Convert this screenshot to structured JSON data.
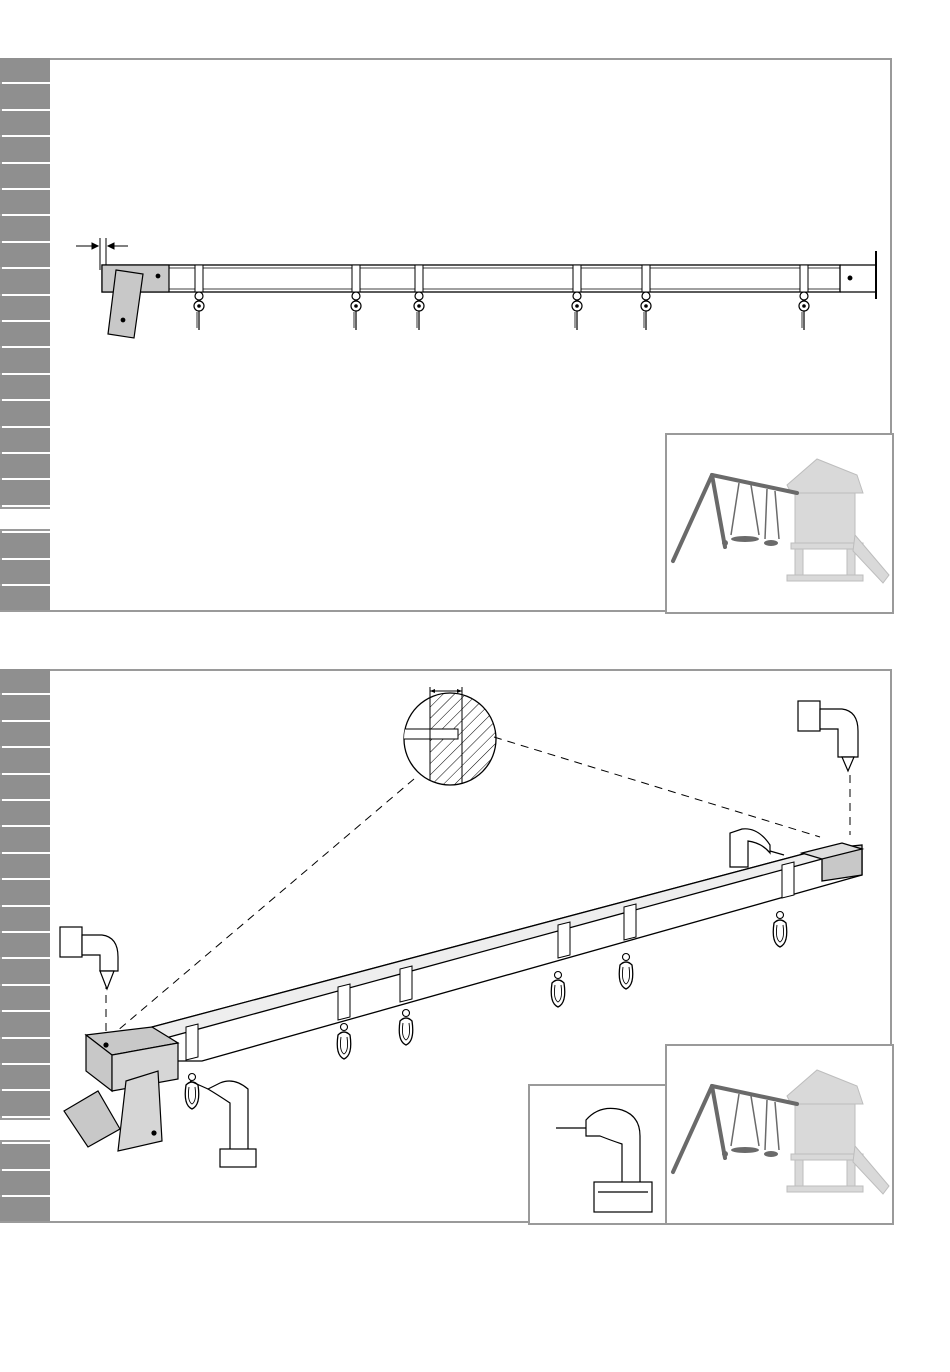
{
  "page": {
    "panels": [
      {
        "name": "step-1",
        "tab_count": 21,
        "active_tab": 17
      },
      {
        "name": "step-2",
        "tab_count": 21,
        "active_tab": 17
      }
    ]
  },
  "colors": {
    "tab_gray": "#8f8f8f",
    "frame_gray": "#9a9a9a",
    "part_gray": "#c8c8c8",
    "swing_dark": "#6a6a6a",
    "house_light": "#cfcfcf"
  },
  "icons": [
    "swing-set-overview-icon",
    "cordless-drill-icon",
    "carabiner-hook-icon",
    "swing-hook-icon",
    "detail-magnifier-icon"
  ]
}
